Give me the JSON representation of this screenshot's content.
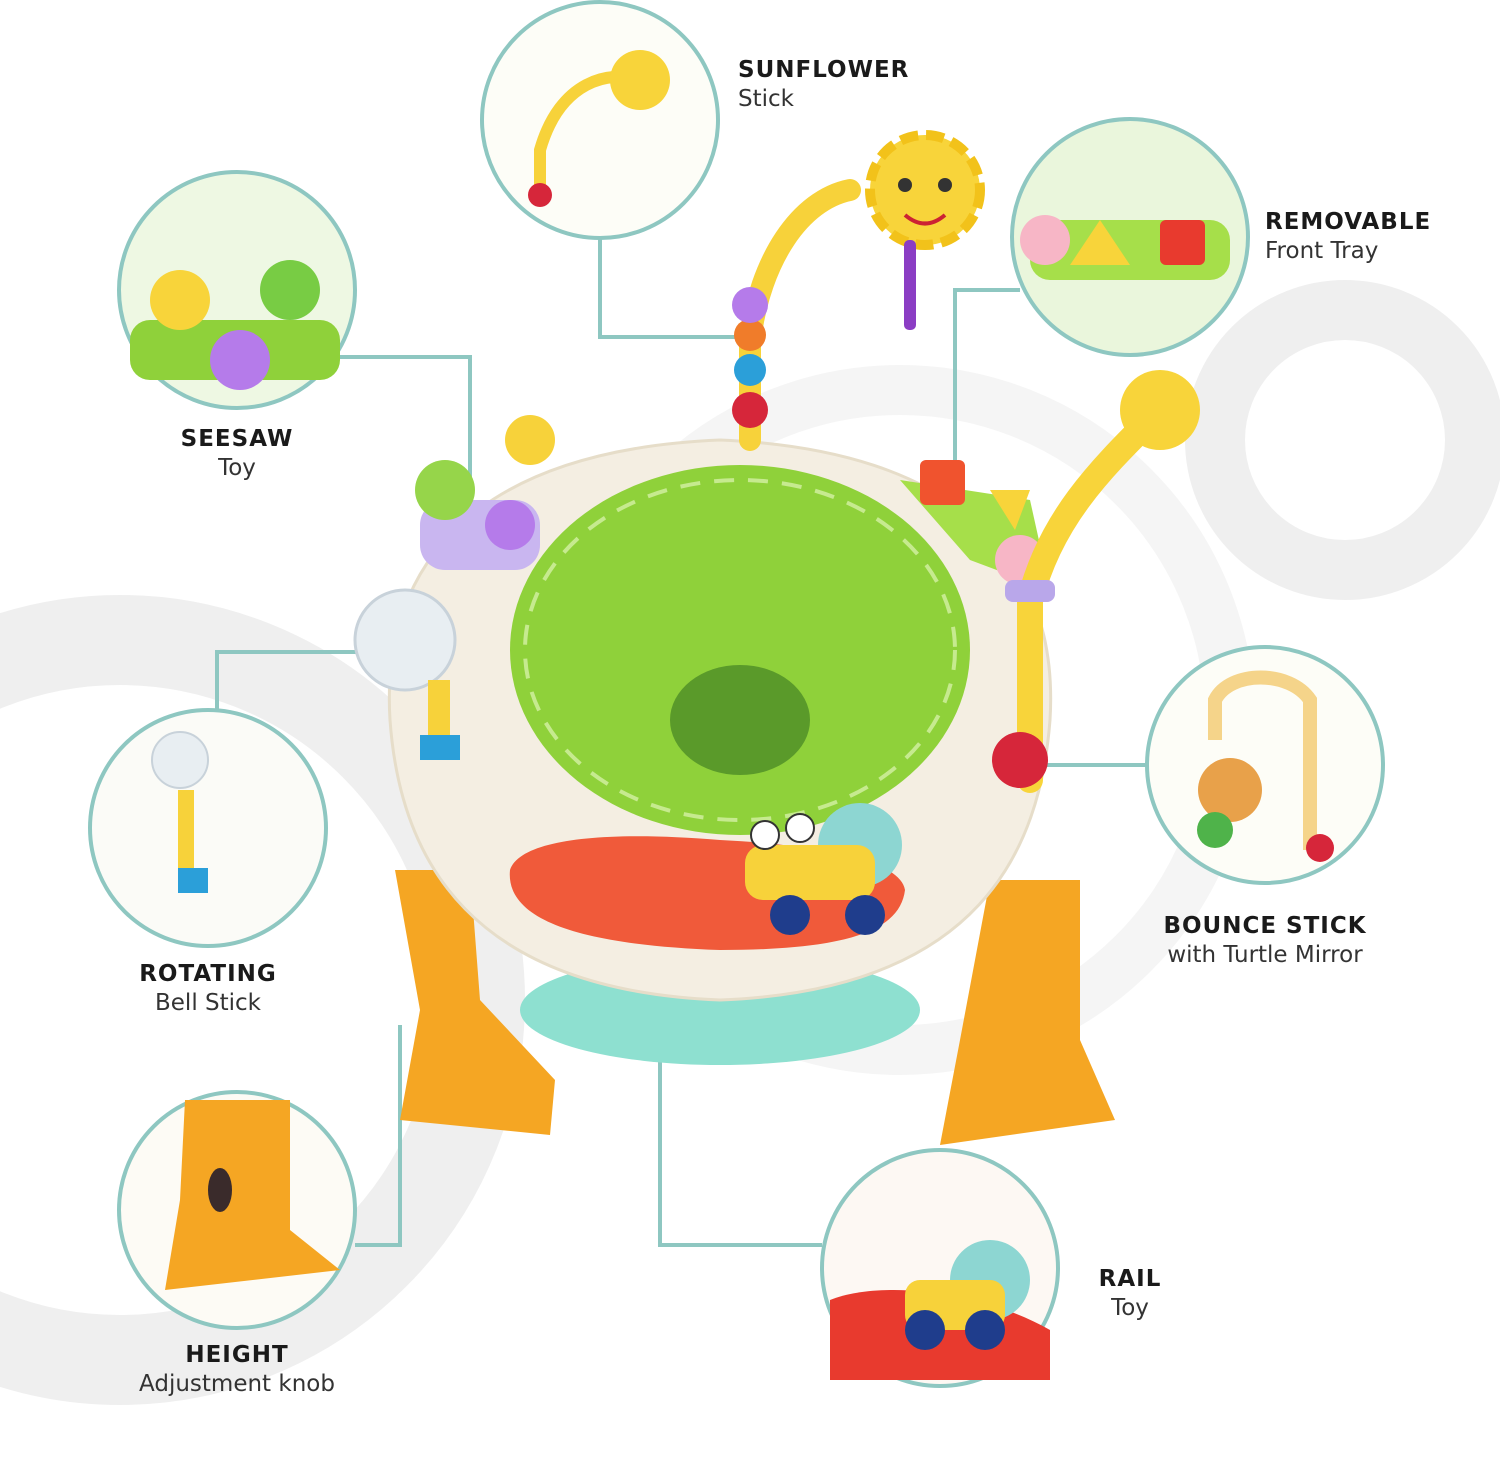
{
  "colors": {
    "connector": "#8ec7c1",
    "background_arc": "#efefef",
    "seat": "#8fd13a",
    "base": "#f3ecdf",
    "legs": "#f5a623"
  },
  "callouts": [
    {
      "id": "sunflower",
      "title": "SUNFLOWER",
      "subtitle": "Stick"
    },
    {
      "id": "tray",
      "title": "REMOVABLE",
      "subtitle": "Front Tray"
    },
    {
      "id": "seesaw",
      "title": "SEESAW",
      "subtitle": "Toy"
    },
    {
      "id": "rotating",
      "title": "ROTATING",
      "subtitle": "Bell Stick"
    },
    {
      "id": "bounce",
      "title": "BOUNCE STICK",
      "subtitle": "with Turtle Mirror"
    },
    {
      "id": "height",
      "title": "HEIGHT",
      "subtitle": "Adjustment knob"
    },
    {
      "id": "rail",
      "title": "RAIL",
      "subtitle": "Toy"
    }
  ]
}
